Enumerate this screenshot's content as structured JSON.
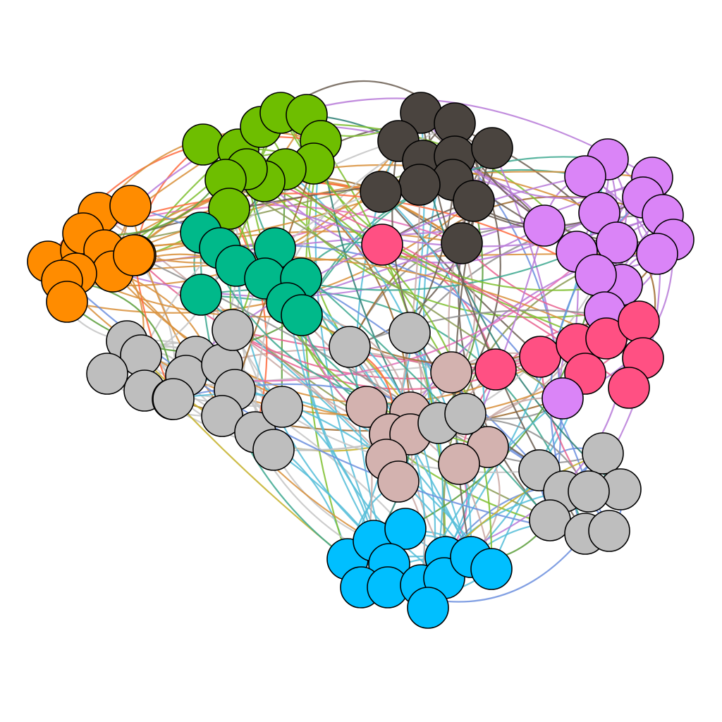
{
  "diagram": {
    "type": "network-graph",
    "title": "",
    "edge_style": "curved",
    "node_outline_color": "#000000",
    "background_color": "#ffffff",
    "communities": [
      {
        "id": "orange",
        "color": "#FF8C00",
        "node_count": 12
      },
      {
        "id": "lime",
        "color": "#6EBE00",
        "node_count": 16
      },
      {
        "id": "charcoal",
        "color": "#4A443F",
        "node_count": 14
      },
      {
        "id": "violet",
        "color": "#DA84F7",
        "node_count": 17
      },
      {
        "id": "teal",
        "color": "#00B98A",
        "node_count": 12
      },
      {
        "id": "crimson",
        "color": "#FF5083",
        "node_count": 12
      },
      {
        "id": "grey-west",
        "color": "#BEBEBE",
        "node_count": 16
      },
      {
        "id": "rosy-taupe",
        "color": "#D3B2AF",
        "node_count": 10
      },
      {
        "id": "grey-east",
        "color": "#BEBEBE",
        "node_count": 10
      },
      {
        "id": "sky",
        "color": "#00BFFF",
        "node_count": 13
      },
      {
        "id": "grey-mid",
        "color": "#BEBEBE",
        "node_count": 4
      }
    ]
  }
}
